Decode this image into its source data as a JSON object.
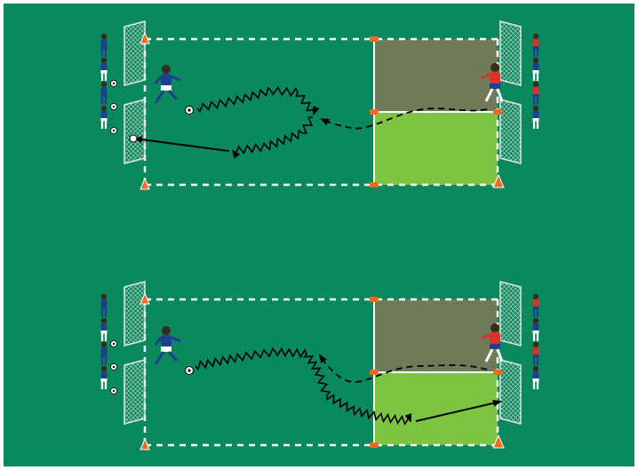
{
  "colors": {
    "pitch": "#0a8a5c",
    "border": "#ffffff",
    "grey_zone": "#6e7a58",
    "green_zone": "#7cc442",
    "blue_kit": "#1c3f8f",
    "red_kit": "#e0302a",
    "cone": "#f26a21"
  },
  "diagrams": [
    {
      "id": "top",
      "description_labels": [],
      "actions": [
        "dribble",
        "dribble-back",
        "pass-to-goal",
        "defender-run"
      ]
    },
    {
      "id": "bottom",
      "description_labels": [],
      "actions": [
        "dribble",
        "pass-to-goal",
        "defender-run"
      ]
    }
  ],
  "icons": [
    "soccer-ball-icon",
    "cone-icon",
    "goal-icon",
    "player-icon"
  ]
}
